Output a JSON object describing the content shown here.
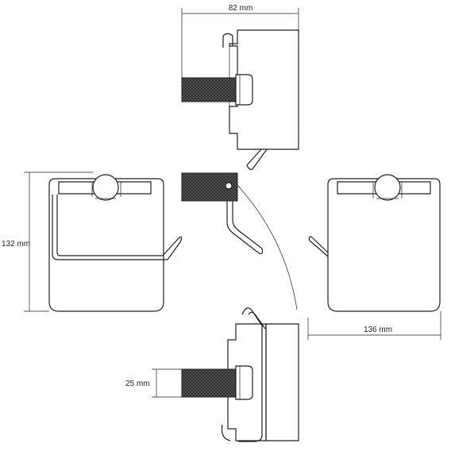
{
  "dimensions": {
    "width_top": "82 mm",
    "height_left": "132 mm",
    "width_right": "136 mm",
    "knurl_bottom": "25 mm"
  },
  "colors": {
    "line": "#231f20",
    "knurl": "#2e2e2e",
    "background": "#ffffff"
  }
}
